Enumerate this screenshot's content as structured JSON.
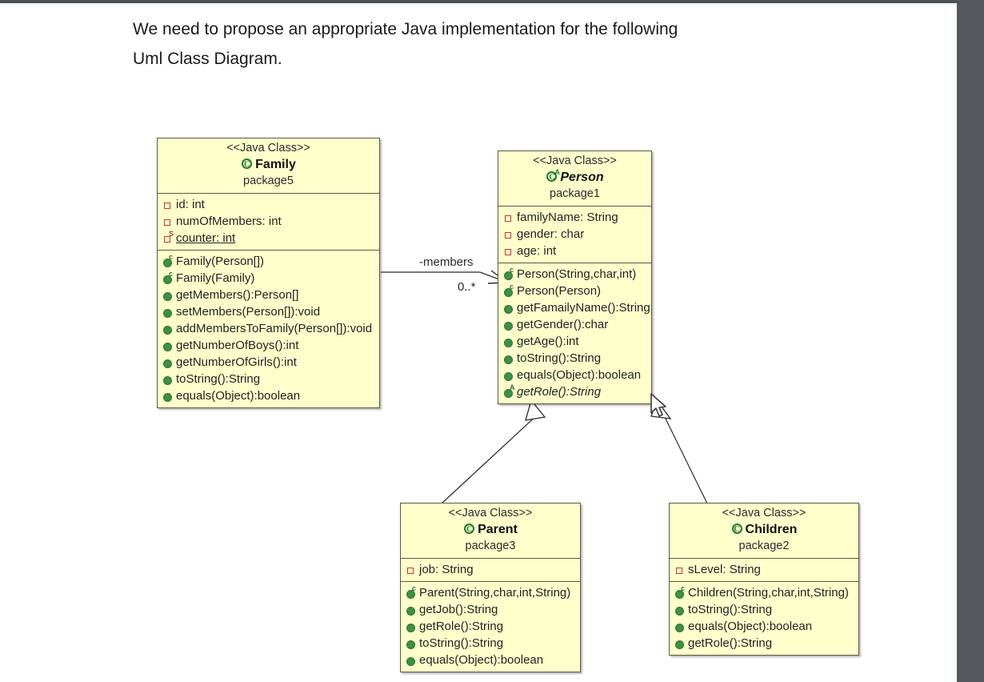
{
  "prompt": {
    "line1": "We need to propose an appropriate Java implementation for the following",
    "line2": "Uml Class Diagram."
  },
  "colors": {
    "box_fill": "#ffffcc",
    "box_border": "#5c5c3d",
    "class_icon_green": "#1d7a2e",
    "method_green": "#3d9142",
    "field_red": "#c0392b",
    "page_background": "#ffffff",
    "right_panel": "#53585c"
  },
  "diagram": {
    "type": "uml-class-diagram",
    "classes": [
      {
        "id": "family",
        "stereotype": "<<Java Class>>",
        "name": "Family",
        "package": "package5",
        "abstract": false,
        "icon": "java-class-icon",
        "fields": [
          {
            "label": "id: int",
            "visibility": "private",
            "static": false
          },
          {
            "label": "numOfMembers: int",
            "visibility": "private",
            "static": false
          },
          {
            "label": "counter: int",
            "visibility": "private",
            "static": true
          }
        ],
        "methods": [
          {
            "label": "Family(Person[])",
            "kind": "constructor",
            "abstract": false
          },
          {
            "label": "Family(Family)",
            "kind": "constructor",
            "abstract": false
          },
          {
            "label": "getMembers():Person[]",
            "kind": "method",
            "abstract": false
          },
          {
            "label": "setMembers(Person[]):void",
            "kind": "method",
            "abstract": false
          },
          {
            "label": "addMembersToFamily(Person[]):void",
            "kind": "method",
            "abstract": false
          },
          {
            "label": "getNumberOfBoys():int",
            "kind": "method",
            "abstract": false
          },
          {
            "label": "getNumberOfGirls():int",
            "kind": "method",
            "abstract": false
          },
          {
            "label": "toString():String",
            "kind": "method",
            "abstract": false
          },
          {
            "label": "equals(Object):boolean",
            "kind": "method",
            "abstract": false
          }
        ]
      },
      {
        "id": "person",
        "stereotype": "<<Java Class>>",
        "name": "Person",
        "package": "package1",
        "abstract": true,
        "icon": "java-abstract-class-icon",
        "fields": [
          {
            "label": "familyName: String",
            "visibility": "private",
            "static": false
          },
          {
            "label": "gender: char",
            "visibility": "private",
            "static": false
          },
          {
            "label": "age: int",
            "visibility": "private",
            "static": false
          }
        ],
        "methods": [
          {
            "label": "Person(String,char,int)",
            "kind": "constructor",
            "abstract": false
          },
          {
            "label": "Person(Person)",
            "kind": "constructor",
            "abstract": false
          },
          {
            "label": "getFamailyName():String",
            "kind": "method",
            "abstract": false
          },
          {
            "label": "getGender():char",
            "kind": "method",
            "abstract": false
          },
          {
            "label": "getAge():int",
            "kind": "method",
            "abstract": false
          },
          {
            "label": "toString():String",
            "kind": "method",
            "abstract": false
          },
          {
            "label": "equals(Object):boolean",
            "kind": "method",
            "abstract": false
          },
          {
            "label": "getRole():String",
            "kind": "method",
            "abstract": true
          }
        ]
      },
      {
        "id": "parent",
        "stereotype": "<<Java Class>>",
        "name": "Parent",
        "package": "package3",
        "abstract": false,
        "icon": "java-class-icon",
        "fields": [
          {
            "label": "job: String",
            "visibility": "private",
            "static": false
          }
        ],
        "methods": [
          {
            "label": "Parent(String,char,int,String)",
            "kind": "constructor",
            "abstract": false
          },
          {
            "label": "getJob():String",
            "kind": "method",
            "abstract": false
          },
          {
            "label": "getRole():String",
            "kind": "method",
            "abstract": false
          },
          {
            "label": "toString():String",
            "kind": "method",
            "abstract": false
          },
          {
            "label": "equals(Object):boolean",
            "kind": "method",
            "abstract": false
          }
        ]
      },
      {
        "id": "children",
        "stereotype": "<<Java Class>>",
        "name": "Children",
        "package": "package2",
        "abstract": false,
        "icon": "java-class-icon",
        "fields": [
          {
            "label": "sLevel: String",
            "visibility": "private",
            "static": false
          }
        ],
        "methods": [
          {
            "label": "Children(String,char,int,String)",
            "kind": "constructor",
            "abstract": false
          },
          {
            "label": "toString():String",
            "kind": "method",
            "abstract": false
          },
          {
            "label": "equals(Object):boolean",
            "kind": "method",
            "abstract": false
          },
          {
            "label": "getRole():String",
            "kind": "method",
            "abstract": false
          }
        ]
      }
    ],
    "relationships": [
      {
        "id": "family-person",
        "type": "association",
        "from": "family",
        "to": "person",
        "role_label": "-members",
        "multiplicity": "0..*"
      },
      {
        "id": "parent-person",
        "type": "generalization",
        "from": "parent",
        "to": "person"
      },
      {
        "id": "children-person",
        "type": "generalization",
        "from": "children",
        "to": "person"
      }
    ]
  }
}
